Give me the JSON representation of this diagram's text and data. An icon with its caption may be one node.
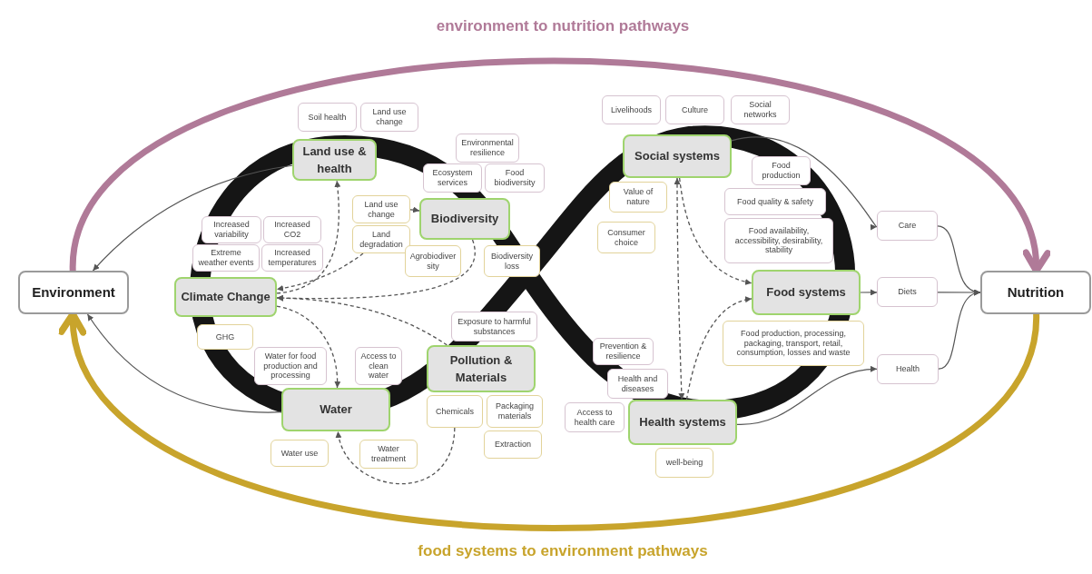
{
  "diagram": {
    "nodes": [
      {
        "text": [
          "Environment"
        ]
      },
      {
        "text": [
          "Nutrition"
        ]
      },
      {
        "text": [
          "Climate Change"
        ]
      },
      {
        "text": [
          "Land use & health"
        ]
      },
      {
        "text": [
          "Biodiversity"
        ]
      },
      {
        "text": [
          "Water"
        ]
      },
      {
        "text": [
          "Pollution & Materials"
        ]
      },
      {
        "text": [
          "Social systems"
        ]
      },
      {
        "text": [
          "Food systems"
        ]
      },
      {
        "text": [
          "Health systems"
        ]
      },
      {
        "text": [
          "Soil health"
        ]
      },
      {
        "text": [
          "Land use change"
        ]
      },
      {
        "text": [
          "Environmental resilience"
        ]
      },
      {
        "text": [
          "Ecosystem services"
        ]
      },
      {
        "text": [
          "Food biodiversity"
        ]
      },
      {
        "text": [
          "Land use change"
        ]
      },
      {
        "text": [
          "Land degradation"
        ]
      },
      {
        "text": [
          "Increased variability"
        ]
      },
      {
        "text": [
          "Increased CO2"
        ]
      },
      {
        "text": [
          "Extreme weather events"
        ]
      },
      {
        "text": [
          "Increased temperatures"
        ]
      },
      {
        "text": [
          "Agrobiodiversity"
        ]
      },
      {
        "text": [
          "Biodiversity loss"
        ]
      },
      {
        "text": [
          "GHG"
        ]
      },
      {
        "text": [
          "Water for food production and processing"
        ]
      },
      {
        "text": [
          "Access to clean water"
        ]
      },
      {
        "text": [
          "Exposure to harmful substances"
        ]
      },
      {
        "text": [
          "Chemicals"
        ]
      },
      {
        "text": [
          "Packaging materials"
        ]
      },
      {
        "text": [
          "Extraction"
        ]
      },
      {
        "text": [
          "Water use"
        ]
      },
      {
        "text": [
          "Water treatment"
        ]
      },
      {
        "text": [
          "Livelihoods"
        ]
      },
      {
        "text": [
          "Culture"
        ]
      },
      {
        "text": [
          "Social networks"
        ]
      },
      {
        "text": [
          "Food production"
        ]
      },
      {
        "text": [
          "Value of nature"
        ]
      },
      {
        "text": [
          "Consumer choice"
        ]
      },
      {
        "text": [
          "Food quality & safety"
        ]
      },
      {
        "text": [
          "Food availability, accessibility, desirability, stability"
        ]
      },
      {
        "text": [
          "Food production, processing, packaging, transport, retail, consumption, losses and waste"
        ]
      },
      {
        "text": [
          "Prevention & resilience"
        ]
      },
      {
        "text": [
          "Health and diseases"
        ]
      },
      {
        "text": [
          "Access to health care"
        ]
      },
      {
        "text": [
          "well-being"
        ]
      },
      {
        "text": [
          "Care"
        ]
      },
      {
        "text": [
          "Diets"
        ]
      },
      {
        "text": [
          "Health"
        ]
      }
    ],
    "edges": [
      {
        "from": 0,
        "to": 1,
        "arrow": "to",
        "label": "environment to nutrition pathways",
        "style": "thick",
        "color": "#b07a98"
      },
      {
        "from": 1,
        "to": 0,
        "arrow": "to",
        "label": "food systems to environment pathways",
        "style": "thick",
        "color": "#c8a42c"
      },
      {
        "from": 3,
        "to": 0,
        "arrow": "to"
      },
      {
        "from": 5,
        "to": 0,
        "arrow": "to"
      },
      {
        "from": 7,
        "to": 45,
        "arrow": "to"
      },
      {
        "from": 8,
        "to": 46,
        "arrow": "to"
      },
      {
        "from": 9,
        "to": 47,
        "arrow": "to"
      },
      {
        "from": 45,
        "to": 1,
        "arrow": "to"
      },
      {
        "from": 46,
        "to": 1,
        "arrow": "to"
      },
      {
        "from": 47,
        "to": 1,
        "arrow": "to"
      },
      {
        "from": 15,
        "to": 4,
        "arrow": "to",
        "style": "dashed"
      },
      {
        "from": 16,
        "to": 2,
        "arrow": "to",
        "style": "dashed"
      },
      {
        "from": 2,
        "to": 3,
        "arrow": "to",
        "style": "dashed"
      },
      {
        "from": 4,
        "to": 2,
        "arrow": "to",
        "style": "dashed"
      },
      {
        "from": 2,
        "to": 5,
        "arrow": "to",
        "style": "dashed"
      },
      {
        "from": 6,
        "to": 2,
        "arrow": "to",
        "style": "dashed"
      },
      {
        "from": 27,
        "to": 5,
        "arrow": "to",
        "style": "dashed"
      },
      {
        "from": 7,
        "to": 9,
        "arrow": "both",
        "style": "dashed"
      },
      {
        "from": 7,
        "to": 8,
        "arrow": "to",
        "style": "dashed"
      },
      {
        "from": 9,
        "to": 8,
        "arrow": "to",
        "style": "dashed"
      }
    ]
  }
}
